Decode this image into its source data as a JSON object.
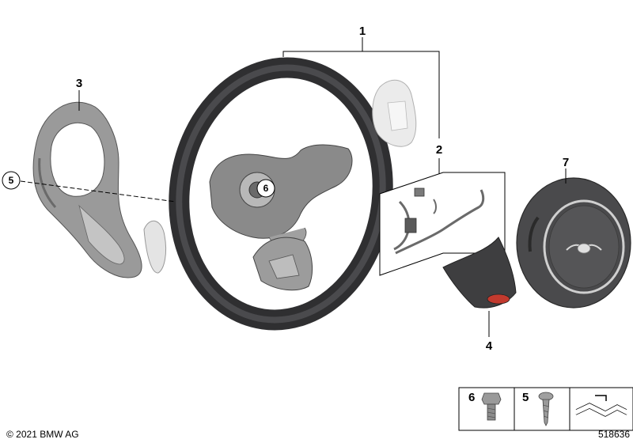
{
  "callouts": {
    "steering_wheel": "1",
    "wiring_set": "2",
    "rear_cover": "3",
    "lower_trim": "4",
    "screw_ref": "5",
    "bolt_ref": "6",
    "airbag_module": "7"
  },
  "parts_legend": {
    "bolt_label": "6",
    "screw_label": "5"
  },
  "footer": {
    "copyright": "© 2021 BMW AG",
    "diagram_number": "518636"
  },
  "colors": {
    "wheel_rim": "#3a3a3c",
    "trim_gray": "#8c8c8c",
    "light_part": "#e6e6e6",
    "airbag_body": "#4a4a4c"
  }
}
